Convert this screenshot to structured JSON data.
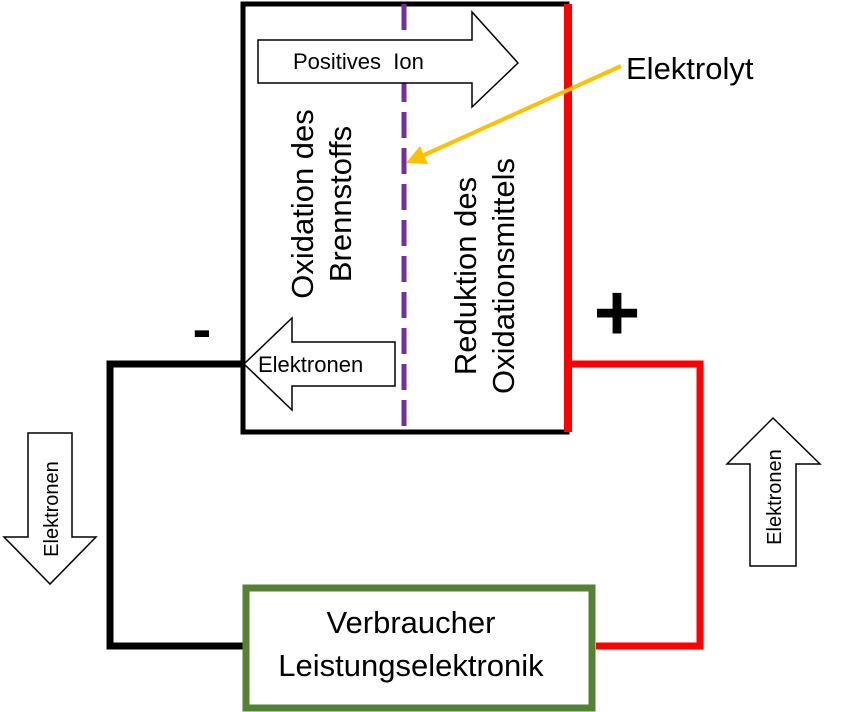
{
  "labels": {
    "positive_ion": "Positives  Ion",
    "electrolyte": "Elektrolyt",
    "oxidation_line1": "Oxidation des",
    "oxidation_line2": "Brennstoffs",
    "reduction_line1": "Reduktion des",
    "reduction_line2": "Oxidationsmittels",
    "electrons_cell": "Elektronen",
    "electrons_left": "Elektronen",
    "electrons_right": "Elektronen",
    "minus_sign": "-",
    "plus_sign": "+",
    "consumer_line1": "Verbraucher",
    "consumer_line2": "Leistungselektronik"
  },
  "colors": {
    "anode_wire": "#000000",
    "cathode_wire": "#ff0000",
    "electrolyte_line": "#7030a0",
    "electrolyte_pointer": "#ffc000",
    "consumer_border": "#548235"
  }
}
